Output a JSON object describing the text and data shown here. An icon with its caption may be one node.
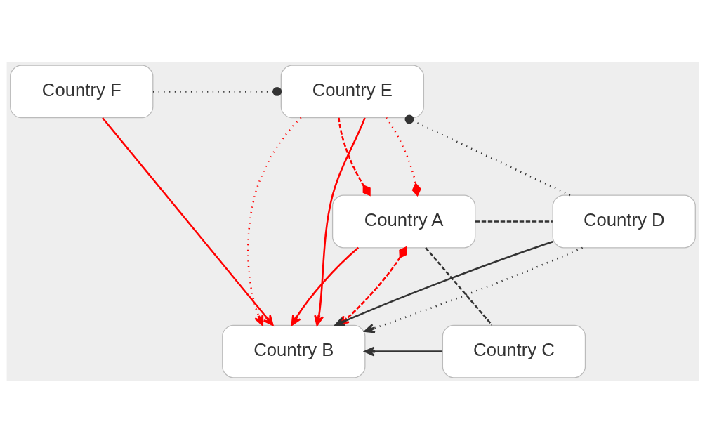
{
  "diagram": {
    "nodes": [
      {
        "text": [
          "Country F"
        ]
      },
      {
        "text": [
          "Country E"
        ]
      },
      {
        "text": [
          "Country A"
        ]
      },
      {
        "text": [
          "Country D"
        ]
      },
      {
        "text": [
          "Country B"
        ]
      },
      {
        "text": [
          "Country C"
        ]
      }
    ],
    "edges": [
      {
        "from": 0,
        "to": 1,
        "arrow": "other",
        "style": "dashed"
      },
      {
        "from": 0,
        "to": 4,
        "arrow": "to",
        "color": "#ff0000"
      },
      {
        "from": 1,
        "to": 2,
        "arrow": "other",
        "style": "dashed",
        "color": "#ff0000"
      },
      {
        "from": 1,
        "to": 2,
        "arrow": "other",
        "style": "dashed",
        "color": "#ff0000"
      },
      {
        "from": 1,
        "to": 4,
        "arrow": "to",
        "style": "dashed",
        "color": "#ff0000"
      },
      {
        "from": 1,
        "to": 4,
        "arrow": "to",
        "color": "#ff0000"
      },
      {
        "from": 1,
        "to": 3,
        "arrow": "other",
        "style": "dashed"
      },
      {
        "from": 2,
        "to": 4,
        "arrow": "to",
        "color": "#ff0000"
      },
      {
        "from": 2,
        "to": 4,
        "arrow": "to",
        "style": "dashed",
        "color": "#ff0000"
      },
      {
        "from": 2,
        "to": 3,
        "arrow": "none",
        "style": "dashed"
      },
      {
        "from": 2,
        "to": 5,
        "arrow": "none",
        "style": "dashed"
      },
      {
        "from": 3,
        "to": 4,
        "arrow": "to"
      },
      {
        "from": 3,
        "to": 4,
        "arrow": "to",
        "style": "dashed"
      },
      {
        "from": 5,
        "to": 4,
        "arrow": "to"
      }
    ]
  }
}
